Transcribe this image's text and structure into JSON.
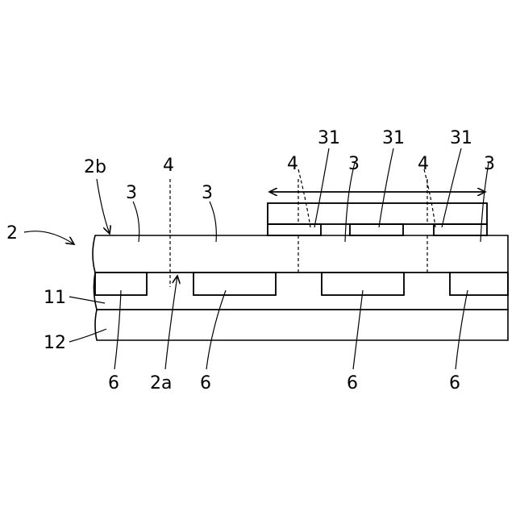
{
  "labels": {
    "ref_2": "2",
    "ref_2b": "2b",
    "ref_2a": "2a",
    "ref_3": "3",
    "ref_4": "4",
    "ref_6": "6",
    "ref_11": "11",
    "ref_12": "12",
    "ref_31": "31"
  },
  "colors": {
    "line": "#000000",
    "background": "#ffffff",
    "dots": "#000000"
  }
}
